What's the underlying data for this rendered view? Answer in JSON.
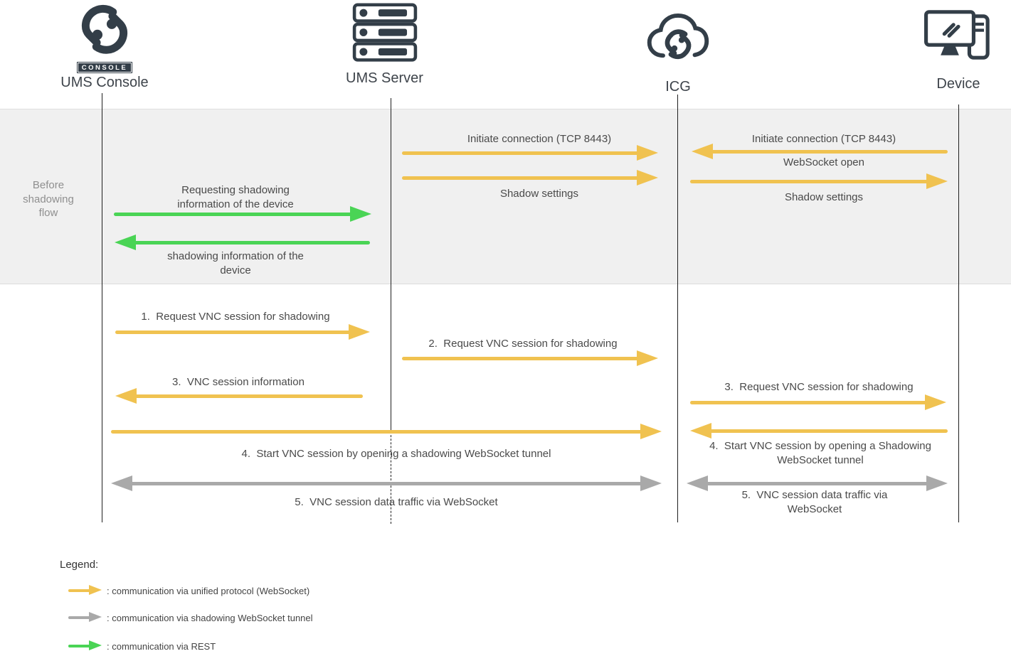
{
  "actors": [
    {
      "label": "UMS Console",
      "icon": "igel-chain-logo-icon",
      "badge": "CONSOLE"
    },
    {
      "label": "UMS Server",
      "icon": "server-stack-icon"
    },
    {
      "label": "ICG",
      "icon": "cloud-chain-icon"
    },
    {
      "label": "Device",
      "icon": "workstation-icon"
    }
  ],
  "band": {
    "label": "Before shadowing flow"
  },
  "messages": {
    "server_icg_initiate": "Initiate connection (TCP 8443)",
    "server_icg_shadow_settings": "Shadow settings",
    "device_icg_initiate": "Initiate connection (TCP 8443)",
    "icg_device_websocket_open": "WebSocket open",
    "icg_device_shadow_settings": "Shadow settings",
    "console_server_request_info": "Requesting shadowing information of the device",
    "server_console_info": "shadowing information of the device",
    "step1": "1.  Request VNC session for shadowing",
    "step2": "2.  Request VNC session for shadowing",
    "step3_left": "3.  VNC session information",
    "step3_right": "3.  Request VNC session for shadowing",
    "step4_left": "4.  Start VNC session by opening a shadowing WebSocket tunnel",
    "step4_right": "4.  Start VNC session by opening a Shadowing WebSocket tunnel",
    "step5_left": "5.  VNC session data traffic via WebSocket",
    "step5_right": "5.  VNC session data traffic via WebSocket"
  },
  "legend": {
    "title": "Legend:",
    "items": [
      {
        "swatch": "yellow-arrow",
        "color": "#F0C250",
        "label": ": communication via unified protocol (WebSocket)"
      },
      {
        "swatch": "gray-arrow",
        "color": "#A9A9A9",
        "label": ": communication via shadowing WebSocket tunnel"
      },
      {
        "swatch": "green-arrow",
        "color": "#4AD455",
        "label": ": communication via REST"
      }
    ]
  },
  "colors": {
    "unified_protocol": "#F0C250",
    "websocket_tunnel": "#A9A9A9",
    "rest": "#4AD455",
    "icon_dark": "#333E48",
    "band_bg": "#F0F0F0"
  }
}
